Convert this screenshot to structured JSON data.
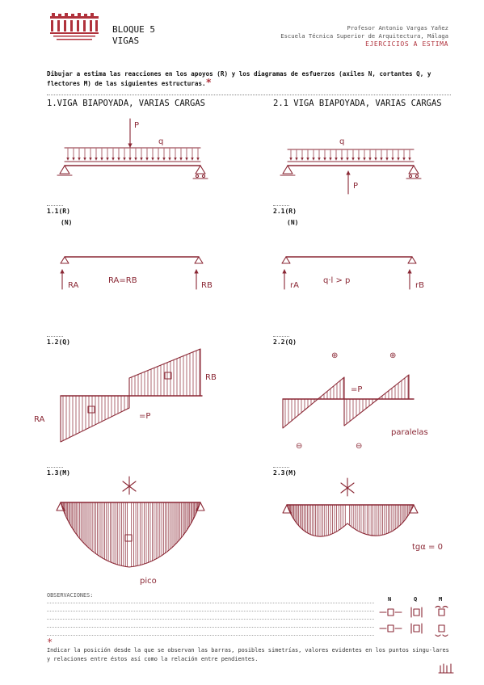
{
  "header": {
    "bloque": "BLOQUE 5",
    "tema": "VIGAS",
    "profesor": "Profesor Antonio Vargas Yañez",
    "escuela": "Escuela Técnica Superior de Arquitectura, Málaga",
    "ejercicios": "EJERCICIOS A ESTIMA"
  },
  "instructions": "Dibujar a estima las reacciones en los apoyos (R) y los diagramas de esfuerzos (axiles N, cortantes Q, y flectores M) de las siguientes estructuras.",
  "asterisk": "*",
  "exercises": {
    "left": {
      "title": "1.VIGA BIAPOYADA, VARIAS CARGAS",
      "sub_r": "1.1(R)",
      "sub_n": "(N)",
      "sub_q": "1.2(Q)",
      "sub_m": "1.3(M)",
      "load_p": "P",
      "load_q": "q",
      "ra": "RA",
      "rb": "RB",
      "relation": "RA=RB",
      "q_equal_p": "=P",
      "pico": "pico"
    },
    "right": {
      "title": "2.1 VIGA BIAPOYADA, VARIAS CARGAS",
      "sub_r": "2.1(R)",
      "sub_n": "(N)",
      "sub_q": "2.2(Q)",
      "sub_m": "2.3(M)",
      "load_p": "P",
      "load_q": "q",
      "ra": "rA",
      "rb": "rB",
      "relation": "q·l > p",
      "q_equal_p": "=P",
      "paralelas": "paralelas",
      "tangent": "tgα = 0",
      "plus": "⊕",
      "minus": "⊖"
    }
  },
  "observaciones": {
    "label": "OBSERVACIONES:",
    "legend": {
      "n": "N",
      "q": "Q",
      "m": "M"
    }
  },
  "footnote": "Indicar la posición desde la que se observan las barras, posibles simetrías, valores evidentes en los puntos singu-lares y relaciones entre éstos así como la relación entre pendientes."
}
